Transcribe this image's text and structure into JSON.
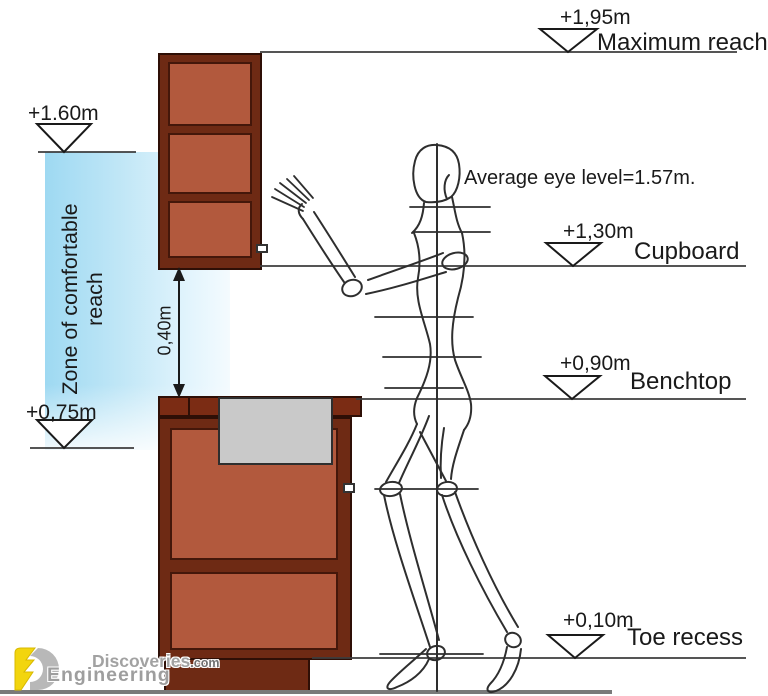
{
  "levels": [
    {
      "value": "+1,95m",
      "label": "Maximum reach"
    },
    {
      "value": "+1.60m",
      "label": ""
    },
    {
      "value": "+1,30m",
      "label": "Cupboard"
    },
    {
      "value": "+0,90m",
      "label": "Benchtop"
    },
    {
      "value": "+0,75m",
      "label": ""
    },
    {
      "value": "+0,10m",
      "label": "Toe recess"
    }
  ],
  "zone": {
    "label": "Zone of comfortable reach"
  },
  "dimension": {
    "label": "0,40m"
  },
  "notes": {
    "eye_level": "Average eye level=1.57m."
  },
  "watermark": {
    "name": "Discoveries",
    "tld": ".com",
    "line2": "Engineering"
  },
  "colors": {
    "cabinet_frame": "#6e2a14",
    "cabinet_panel": "#b2593d",
    "benchtop_slab": "#7b2c14",
    "sink_gray": "#c9c9c9",
    "zone_blue": "#9ed9f2",
    "line": "#3d3d3d",
    "floor_line": "#7a7a7a",
    "logo_yellow": "#f2d50e",
    "watermark_gray": "#a2a2a2"
  }
}
